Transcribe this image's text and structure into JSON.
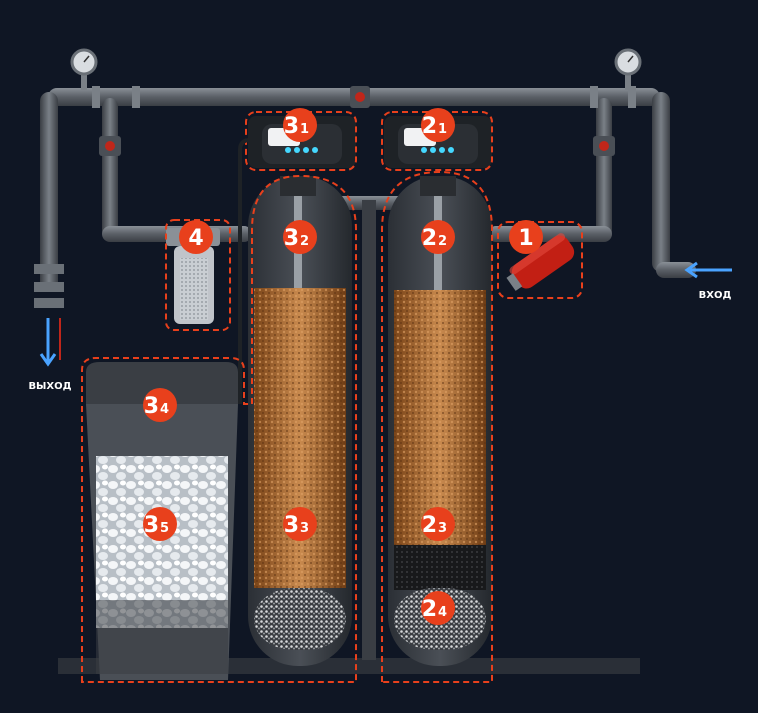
{
  "colors": {
    "background": "#0f1624",
    "pipe": "#5a5f66",
    "pipe_light": "#8a9097",
    "badge": "#e8401c",
    "dash_outline": "#e8401c",
    "flow_arrow": "#4aa3ff",
    "media": "#c07a3c",
    "salt": "#e9eef2"
  },
  "labels": {
    "inlet": "ВХОД",
    "outlet": "ВЫХОД"
  },
  "badges": {
    "b1": {
      "main": "1",
      "sub": ""
    },
    "b21": {
      "main": "2",
      "sub": "1"
    },
    "b22": {
      "main": "2",
      "sub": "2"
    },
    "b23": {
      "main": "2",
      "sub": "3"
    },
    "b24": {
      "main": "2",
      "sub": "4"
    },
    "b31": {
      "main": "3",
      "sub": "1"
    },
    "b32": {
      "main": "3",
      "sub": "2"
    },
    "b33": {
      "main": "3",
      "sub": "3"
    },
    "b34": {
      "main": "3",
      "sub": "4"
    },
    "b35": {
      "main": "3",
      "sub": "5"
    },
    "b4": {
      "main": "4",
      "sub": ""
    }
  }
}
